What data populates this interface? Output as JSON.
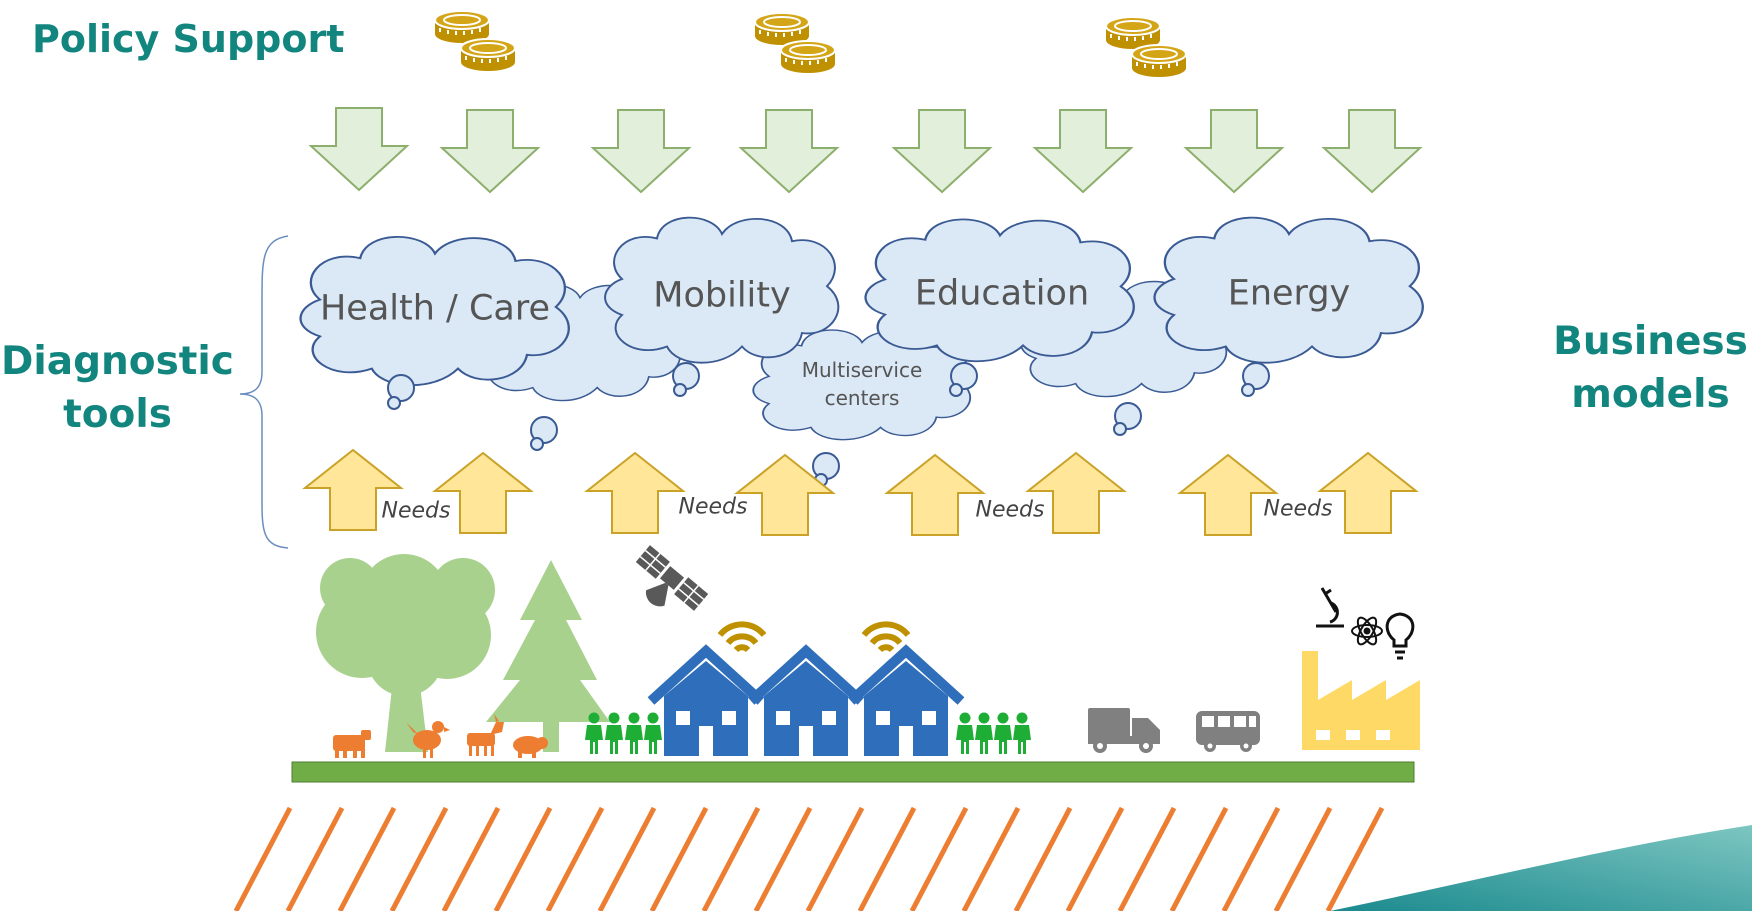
{
  "labels": {
    "policy_support": "Policy Support",
    "diagnostic_tools": "Diagnostic tools",
    "business_models": "Business models"
  },
  "clouds": [
    {
      "label": "Health / Care"
    },
    {
      "label": "Mobility"
    },
    {
      "label": "Education"
    },
    {
      "label": "Energy"
    },
    {
      "label": "Multiservice centers"
    }
  ],
  "needs_label": "Needs",
  "colors": {
    "teal": "#13857f",
    "arrow_down_fill": "#e2efda",
    "arrow_down_stroke": "#8daf6d",
    "arrow_up_fill": "#ffe699",
    "arrow_up_stroke": "#c9a227",
    "cloud_fill": "#dbe8f5",
    "cloud_stroke": "#3a5a94",
    "house": "#2f6eba",
    "people": "#1fae35",
    "animals": "#ed7d31",
    "tree": "#a9d18e",
    "coins": "#bf9000",
    "vehicle": "#808080",
    "factory": "#ffd966",
    "ground": "#70ad47",
    "hatch": "#ed7d31"
  },
  "icons": [
    "coins-icon",
    "tree-icon",
    "cow-icon",
    "chicken-icon",
    "goat-icon",
    "pig-icon",
    "people-icon",
    "house-icon",
    "wifi-icon",
    "satellite-icon",
    "truck-icon",
    "bus-icon",
    "factory-icon",
    "microscope-icon",
    "atom-icon",
    "lightbulb-icon"
  ]
}
